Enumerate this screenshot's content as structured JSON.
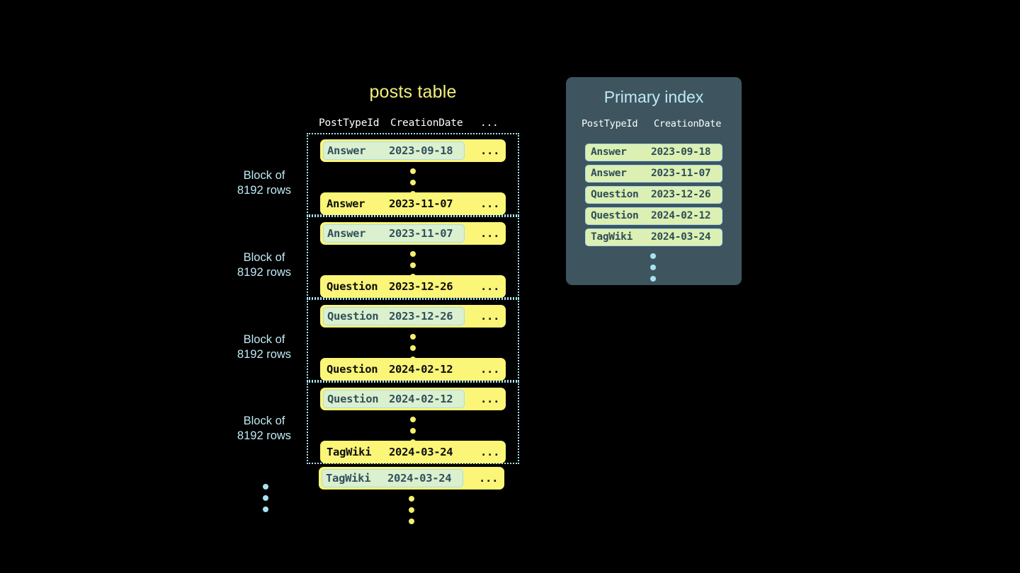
{
  "colors": {
    "background": "#000000",
    "row_fill": "#fbf578",
    "row_text": "#0d0d0d",
    "key_fill": "#dbf0cf",
    "key_border": "#a9dced",
    "key_text": "#31505c",
    "block_border": "#a8e4ef",
    "posts_title": "#f2f07a",
    "index_panel": "#3e5560",
    "index_title": "#bfe9f5",
    "index_row_fill": "#dbf0b2",
    "index_row_text": "#2f4d59",
    "label_text": "#bfe9f5",
    "dot_yellow": "#f4ee6e",
    "dot_blue": "#a8e2f2"
  },
  "posts_table": {
    "title": "posts table",
    "columns": [
      "PostTypeId",
      "CreationDate",
      "..."
    ],
    "ellipsis_cell": "...",
    "block_label": "Block of\n8192 rows",
    "block_label_line1": "Block of",
    "block_label_line2": "8192 rows",
    "blocks": [
      {
        "label_line1": "Block of",
        "label_line2": "8192 rows",
        "first_row": {
          "post_type_id": "Answer",
          "creation_date": "2023-09-18",
          "rest": "...",
          "keyed": true
        },
        "last_row": {
          "post_type_id": "Answer",
          "creation_date": "2023-11-07",
          "rest": "...",
          "keyed": false
        }
      },
      {
        "label_line1": "Block of",
        "label_line2": "8192 rows",
        "first_row": {
          "post_type_id": "Answer",
          "creation_date": "2023-11-07",
          "rest": "...",
          "keyed": true
        },
        "last_row": {
          "post_type_id": "Question",
          "creation_date": "2023-12-26",
          "rest": "...",
          "keyed": false
        }
      },
      {
        "label_line1": "Block of",
        "label_line2": "8192 rows",
        "first_row": {
          "post_type_id": "Question",
          "creation_date": "2023-12-26",
          "rest": "...",
          "keyed": true
        },
        "last_row": {
          "post_type_id": "Question",
          "creation_date": "2024-02-12",
          "rest": "...",
          "keyed": false
        }
      },
      {
        "label_line1": "Block of",
        "label_line2": "8192 rows",
        "first_row": {
          "post_type_id": "Question",
          "creation_date": "2024-02-12",
          "rest": "...",
          "keyed": true
        },
        "last_row": {
          "post_type_id": "TagWiki",
          "creation_date": "2024-03-24",
          "rest": "...",
          "keyed": false
        }
      }
    ],
    "trailing_row": {
      "post_type_id": "TagWiki",
      "creation_date": "2024-03-24",
      "rest": "...",
      "keyed": true
    }
  },
  "primary_index": {
    "title": "Primary index",
    "columns": [
      "PostTypeId",
      "CreationDate"
    ],
    "rows": [
      {
        "post_type_id": "Answer",
        "creation_date": "2023-09-18"
      },
      {
        "post_type_id": "Answer",
        "creation_date": "2023-11-07"
      },
      {
        "post_type_id": "Question",
        "creation_date": "2023-12-26"
      },
      {
        "post_type_id": "Question",
        "creation_date": "2024-02-12"
      },
      {
        "post_type_id": "TagWiki",
        "creation_date": "2024-03-24"
      }
    ]
  }
}
